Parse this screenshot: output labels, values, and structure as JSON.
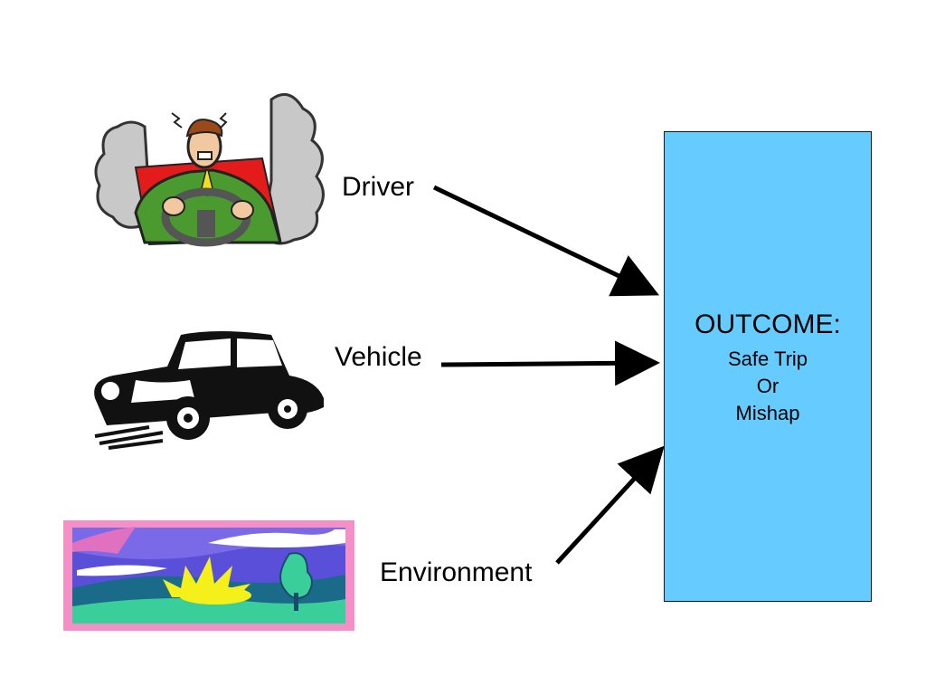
{
  "diagram": {
    "inputs": [
      {
        "label": "Driver",
        "icon": "stressed-driver-icon"
      },
      {
        "label": "Vehicle",
        "icon": "vintage-car-icon"
      },
      {
        "label": "Environment",
        "icon": "landscape-sunrise-icon"
      }
    ],
    "outcome": {
      "title": "OUTCOME:",
      "lines": [
        "Safe Trip",
        "Or",
        "Mishap"
      ],
      "box_color": "#66ccff"
    },
    "arrow_color": "#000000"
  }
}
